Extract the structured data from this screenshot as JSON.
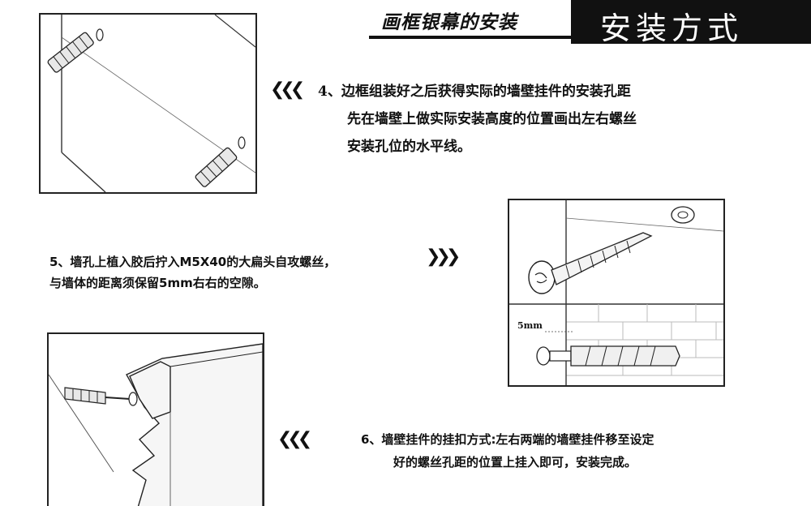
{
  "header": {
    "subtitle": "画框银幕的安装",
    "title": "安装方式"
  },
  "step4": {
    "line1": "4、边框组装好之后获得实际的墙壁挂件的安装孔距",
    "line2": "先在墙壁上做实际安装高度的位置画出左右螺丝",
    "line3": "安装孔位的水平线。"
  },
  "step5": {
    "line1": "5、墙孔上植入胶后拧入M5X40的大扁头自攻螺丝，",
    "line2": "与墙体的距离须保留5mm右右的空隙。"
  },
  "step6": {
    "line1": "6、墙壁挂件的挂扣方式:左右两端的墙壁挂件移至设定",
    "line2": "好的螺丝孔距的位置上挂入即可，安装完成。"
  },
  "illustration2": {
    "gap_label": "5mm"
  },
  "arrows": {
    "left": "❮❮❮",
    "right": "❯❯❯"
  }
}
